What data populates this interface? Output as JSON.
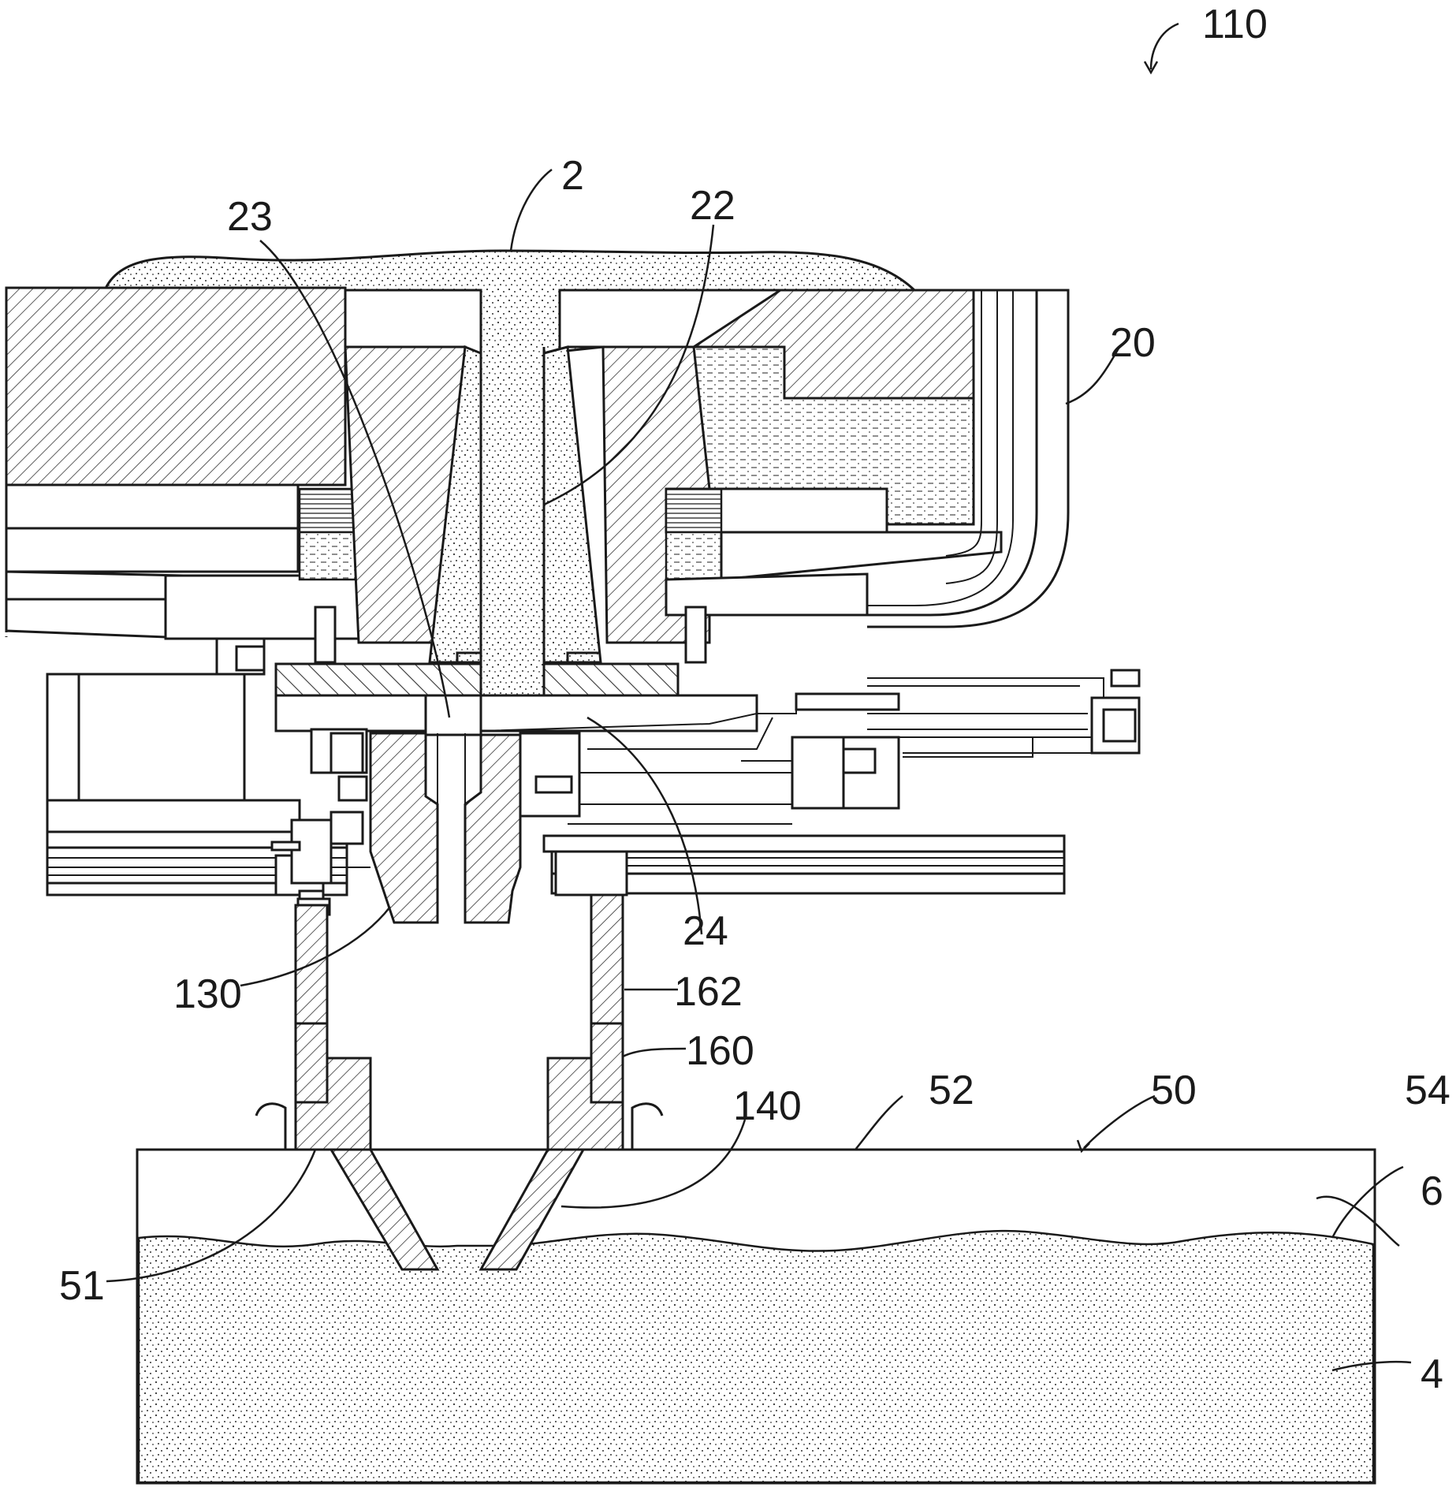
{
  "figure": {
    "labels": {
      "l110": "110",
      "l2": "2",
      "l23": "23",
      "l22": "22",
      "l20": "20",
      "l24": "24",
      "l130": "130",
      "l162": "162",
      "l160": "160",
      "l140": "140",
      "l52": "52",
      "l50": "50",
      "l54": "54",
      "l6": "6",
      "l51": "51",
      "l4": "4"
    }
  }
}
